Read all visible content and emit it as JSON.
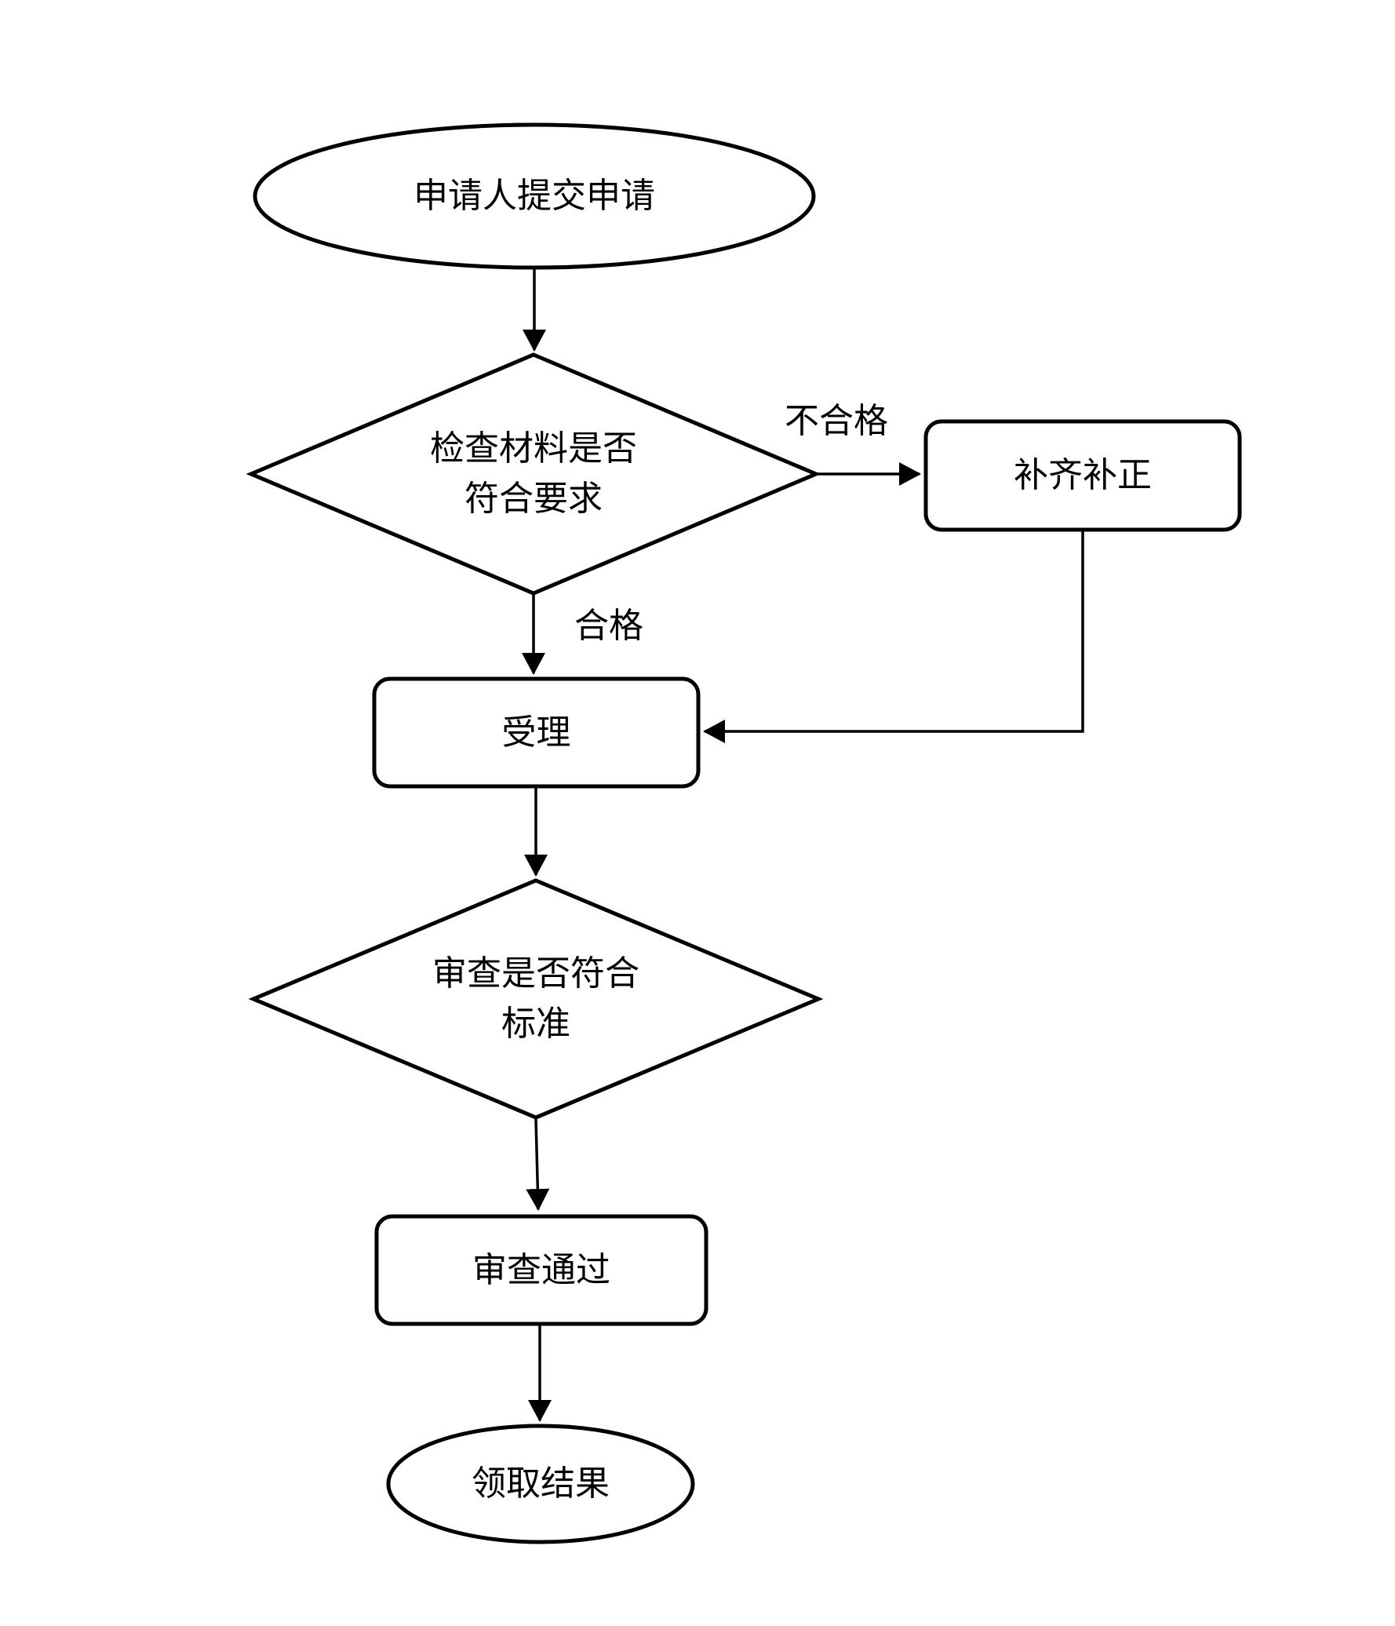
{
  "diagram": {
    "type": "flowchart",
    "background_color": "#ffffff",
    "stroke_color": "#000000",
    "text_color": "#000000",
    "nodes": {
      "start": {
        "shape": "ellipse",
        "label": "申请人提交申请"
      },
      "check": {
        "shape": "diamond",
        "label": "检查材料是否\n符合要求"
      },
      "supplement": {
        "shape": "rounded-rect",
        "label": "补齐补正"
      },
      "accept": {
        "shape": "rounded-rect",
        "label": "受理"
      },
      "review": {
        "shape": "diamond",
        "label": "审查是否符合\n标准"
      },
      "passed": {
        "shape": "rounded-rect",
        "label": "审查通过"
      },
      "end": {
        "shape": "ellipse",
        "label": "领取结果"
      }
    },
    "edge_labels": {
      "unqualified": "不合格",
      "qualified": "合格"
    },
    "edges": [
      {
        "from": "start",
        "to": "check",
        "label": ""
      },
      {
        "from": "check",
        "to": "supplement",
        "label": "不合格"
      },
      {
        "from": "check",
        "to": "accept",
        "label": "合格"
      },
      {
        "from": "supplement",
        "to": "accept",
        "label": ""
      },
      {
        "from": "accept",
        "to": "review",
        "label": ""
      },
      {
        "from": "review",
        "to": "passed",
        "label": ""
      },
      {
        "from": "passed",
        "to": "end",
        "label": ""
      }
    ]
  }
}
